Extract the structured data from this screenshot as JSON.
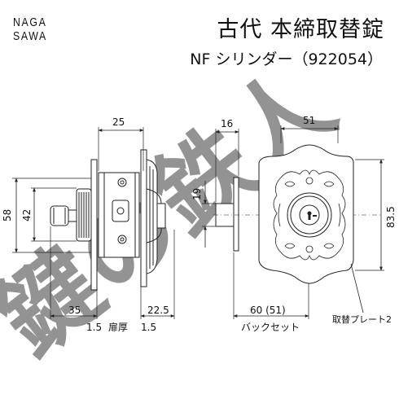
{
  "brand": {
    "line1": "NAGA",
    "line2": "SAWA"
  },
  "header": {
    "title": "古代 本締取替錠",
    "subtitle": "NF シリンダー（922054）"
  },
  "watermark": {
    "text": "鍵の鉄人"
  },
  "dimensions": {
    "top_width_left": "25",
    "height_outer": "58",
    "height_inner": "42",
    "dim_35": "35",
    "dim_1_5_left": "1.5",
    "door_thickness": "扉厚",
    "dim_1_5_right": "1.5",
    "dim_22_5": "22.5",
    "dim_16": "16",
    "dim_19": "19",
    "backset_value": "60 (51)",
    "backset_label": "バックセット",
    "plate_width": "51",
    "plate_height": "83.5",
    "replacement_plate": "取替プレート2"
  },
  "colors": {
    "line": "#222222",
    "watermark": "#cfcfcf"
  }
}
